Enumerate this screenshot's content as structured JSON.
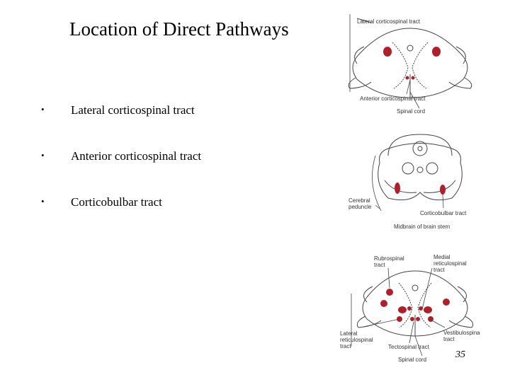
{
  "slide": {
    "title": "Location of Direct Pathways",
    "bullets": [
      "Lateral corticospinal tract",
      "Anterior corticospinal tract",
      "Corticobulbar tract"
    ],
    "bullet_symbol": "•",
    "page_number": "35"
  },
  "figure_labels": {
    "spinal_top": {
      "lateral": "Lateral corticospinal tract",
      "anterior": "Anterior corticospinal tract",
      "spinal_cord": "Spinal cord"
    },
    "midbrain": {
      "cerebral": "Cerebral",
      "peduncle": "peduncle",
      "corticobulbar": "Corticobulbar tract",
      "midbrain": "Midbrain of brain stem"
    },
    "spinal_bottom": {
      "rubrospinal_1": "Rubrospinal",
      "rubrospinal_2": "tract",
      "medial_1": "Medial",
      "medial_2": "reticulospinal",
      "medial_3": "tract",
      "lateral_1": "Lateral",
      "lateral_2": "reticulospinal",
      "lateral_3": "tract",
      "tectospinal": "Tectospinal tract",
      "vestibulo_1": "Vestibulospinal",
      "vestibulo_2": "tract",
      "spinal_cord": "Spinal cord"
    }
  },
  "colors": {
    "tract_red": "#b0202a",
    "line": "#444444"
  }
}
